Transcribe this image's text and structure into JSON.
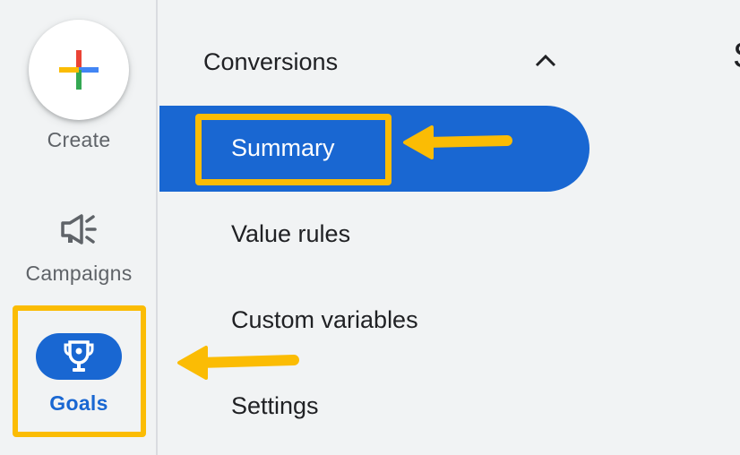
{
  "rail": {
    "create_label": "Create",
    "campaigns_label": "Campaigns",
    "goals_label": "Goals"
  },
  "menu": {
    "section_title": "Conversions",
    "items": [
      "Summary",
      "Value rules",
      "Custom variables",
      "Settings"
    ],
    "active_item": "Summary"
  },
  "page_title_peek": "S",
  "icons": {
    "create": "plus-multicolor-icon",
    "campaigns": "megaphone-icon",
    "goals": "trophy-icon",
    "collapse": "chevron-up-icon"
  },
  "colors": {
    "accent_blue": "#1967d2",
    "highlight_yellow": "#fbbc04",
    "plus_red": "#ea4335",
    "plus_blue": "#4285f4",
    "plus_yellow": "#fbbc04",
    "plus_green": "#34a853"
  }
}
